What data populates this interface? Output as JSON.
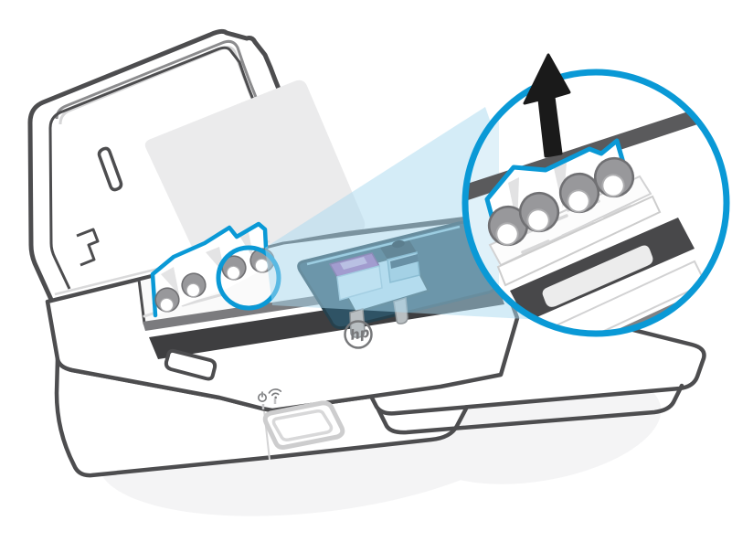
{
  "illustration": {
    "title": "Removing jammed paper from printer",
    "brand_logo_text": "hp",
    "scene": {
      "printer": "HP all-in-one printer with scanner lid open",
      "jam_location": "paper jam under feed rollers inside print area",
      "action": "pull jammed paper up and out"
    },
    "callout": {
      "shape": "magnifier-circle",
      "shows": "four feed rollers with jammed paper",
      "arrow_direction": "up"
    },
    "colors": {
      "outline_gray": "#4d4d4f",
      "accent_blue": "#0a99d6",
      "beam_blue": "#a9daef",
      "arrow_black": "#1a1a1a",
      "roller_gray": "#98989b",
      "carriage_blue": "#bfdfec",
      "cartridge_purple": "#9a5fae",
      "bay_teal": "#2f5365",
      "glass_gray": "#ebebec",
      "shadow_gray": "#f4f4f5"
    },
    "icons": {
      "power": "power-icon",
      "wireless": "wifi-icon",
      "arrow": "pull-up-arrow-icon",
      "logo": "hp-logo"
    }
  }
}
